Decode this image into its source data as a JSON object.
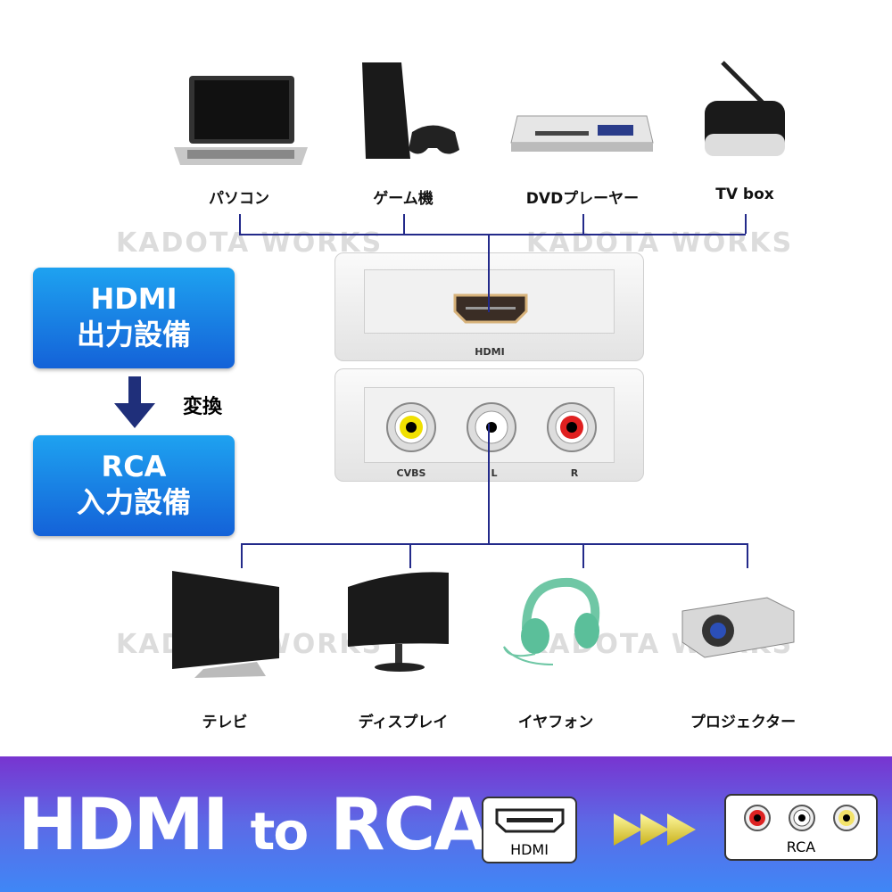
{
  "watermark": "KADOTA WORKS",
  "sources": [
    {
      "label": "パソコン",
      "icon": "laptop-icon"
    },
    {
      "label": "ゲーム機",
      "icon": "game-console-icon"
    },
    {
      "label": "DVDプレーヤー",
      "icon": "dvd-player-icon"
    },
    {
      "label": "TV box",
      "icon": "tv-box-icon"
    }
  ],
  "outputs": [
    {
      "label": "テレビ",
      "icon": "tv-icon"
    },
    {
      "label": "ディスプレイ",
      "icon": "monitor-icon"
    },
    {
      "label": "イヤフォン",
      "icon": "headphones-icon"
    },
    {
      "label": "プロジェクター",
      "icon": "projector-icon"
    }
  ],
  "left_panel": {
    "top_line1": "HDMI",
    "top_line2": "出力設備",
    "convert": "変換",
    "bottom_line1": "RCA",
    "bottom_line2": "入力設備"
  },
  "converter": {
    "hdmi_label": "HDMI",
    "ports": [
      "CVBS",
      "L",
      "R"
    ]
  },
  "banner": {
    "title_a": "HDMI",
    "title_b": "to",
    "title_c": "RCA",
    "hdmi_card": "HDMI",
    "rca_card": "RCA"
  },
  "colors": {
    "line": "#232a8a",
    "box": "#1a7fe6",
    "banner_top": "#7834d0",
    "banner_bottom": "#3f87f6"
  }
}
